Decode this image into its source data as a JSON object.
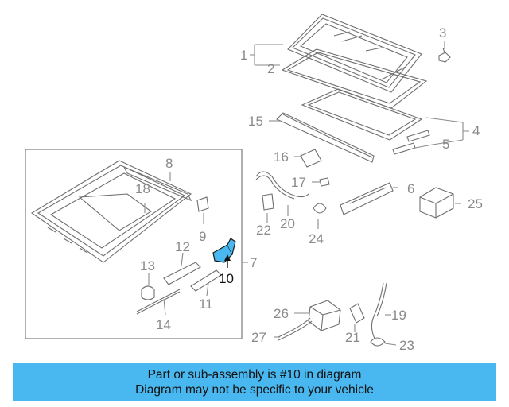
{
  "diagram": {
    "labels": {
      "l1": "1",
      "l2": "2",
      "l3": "3",
      "l4": "4",
      "l5": "5",
      "l6": "6",
      "l7": "7",
      "l8": "8",
      "l9": "9",
      "l10": "10",
      "l11": "11",
      "l12": "12",
      "l13": "13",
      "l14": "14",
      "l15": "15",
      "l16": "16",
      "l17": "17",
      "l18": "18",
      "l19": "19",
      "l20": "20",
      "l21": "21",
      "l22": "22",
      "l23": "23",
      "l24": "24",
      "l25": "25",
      "l26": "26",
      "l27": "27"
    },
    "highlighted_part": "10",
    "highlight_color": "#4ab8f0"
  },
  "banner": {
    "line1": "Part or sub-assembly is #10 in diagram",
    "line2": "Diagram may not be specific to your vehicle",
    "color": "#4ab8f0"
  }
}
